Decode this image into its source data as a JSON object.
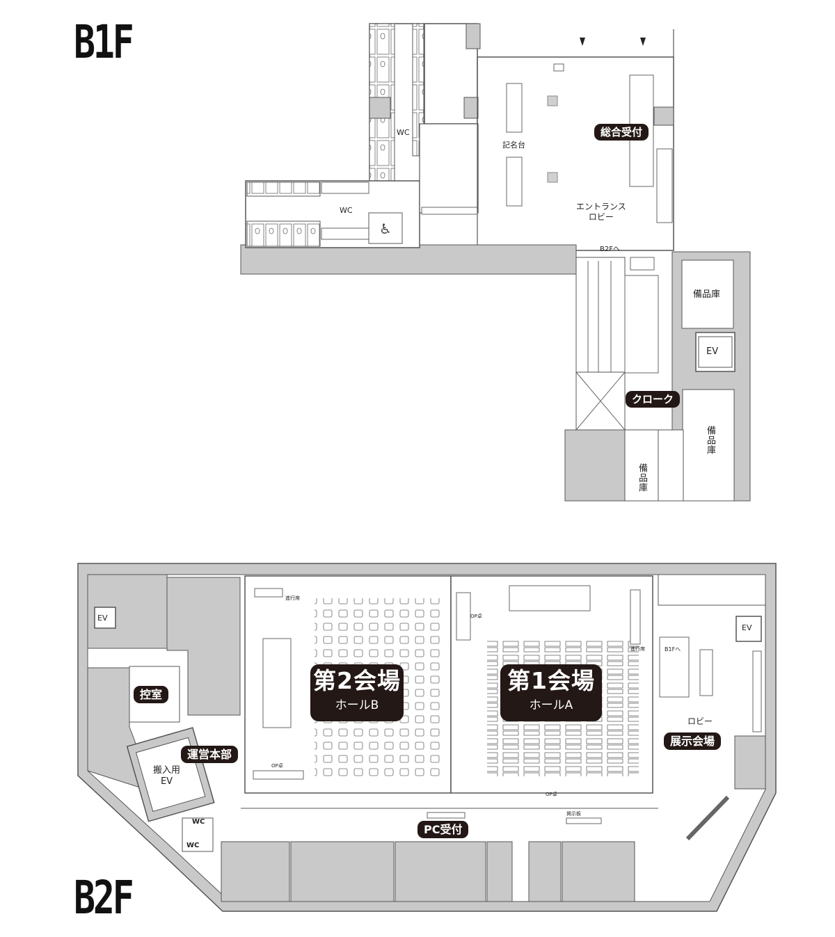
{
  "floors": {
    "b1f": {
      "label": "B1F",
      "wc_upper": "WC",
      "wc_lower": "WC",
      "writing_desk": "記名台",
      "entrance_lobby_line1": "エントランス",
      "entrance_lobby_line2": "ロビー",
      "to_b2f": "B2Fへ",
      "storage_1": "備品庫",
      "storage_2": "備品庫",
      "storage_3": "備品庫",
      "ev": "EV",
      "general_reception": "総合受付",
      "cloakroom": "クローク"
    },
    "b2f": {
      "label": "B2F",
      "hall2_title": "第2会場",
      "hall2_sub": "ホールB",
      "hall1_title": "第1会場",
      "hall1_sub": "ホールA",
      "waiting_room": "控室",
      "operations_hq": "運営本部",
      "freight_ev_line1": "搬入用",
      "freight_ev_line2": "EV",
      "ev_left": "EV",
      "ev_right": "EV",
      "wc_1": "WC",
      "wc_2": "WC",
      "lobby": "ロビー",
      "exhibition": "展示会場",
      "pc_reception": "PC受付",
      "to_b1f": "B1Fへ",
      "bulletin_board": "掲示板",
      "progress_desk_b": "進行席",
      "progress_desk_a": "進行席",
      "op_desk_1": "OP卓",
      "op_desk_2": "OP卓",
      "op_desk_3": "OP卓"
    }
  },
  "colors": {
    "wall_gray": "#c9c9c9",
    "badge_bg": "#231815",
    "line": "#555555"
  }
}
